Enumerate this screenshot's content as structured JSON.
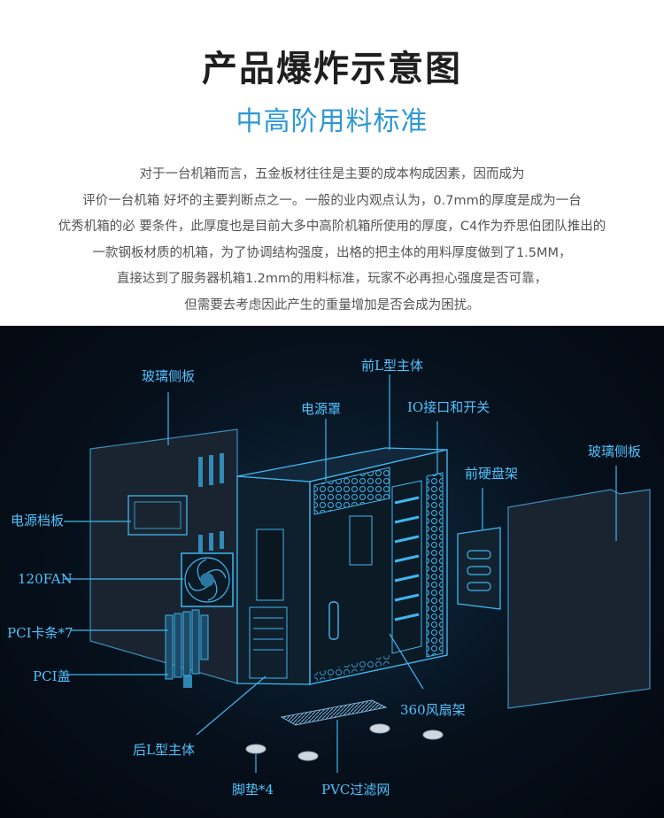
{
  "header": {
    "title": "产品爆炸示意图",
    "subtitle": "中高阶用料标准"
  },
  "description": {
    "lines": [
      "对于一台机箱而言，五金板材往往是主要的成本构成因素，因而成为",
      "评价一台机箱 好坏的主要判断点之一。一般的业内观点认为，0.7mm的厚度是成为一台",
      "优秀机箱的必 要条件，此厚度也是目前大多中高阶机箱所使用的厚度，C4作为乔思伯团队推出的",
      "一款钢板材质的机箱，为了协调结构强度，出格的把主体的用料厚度做到了1.5MM，",
      "直接达到了服务器机箱1.2mm的用料标准，玩家不必再担心强度是否可靠，",
      "但需要去考虑因此产生的重量增加是否会成为困扰。"
    ]
  },
  "diagram": {
    "labels": {
      "glass_left": "玻璃侧板",
      "front_l": "前L型主体",
      "psu_cover": "电源罩",
      "io": "IO接口和开关",
      "glass_right": "玻璃侧板",
      "front_hdd": "前硬盘架",
      "psu_bracket": "电源档板",
      "fan120": "120FAN",
      "pci_card": "PCI卡条*7",
      "pci_cover": "PCI盖",
      "fan360": "360风扇架",
      "rear_l": "后L型主体",
      "feet": "脚垫*4",
      "pvc": "PVC过滤网"
    },
    "colors": {
      "line": "#3fb6f0",
      "line_dim": "#1e6c98",
      "panel": "#1a2733",
      "background": "#06101b"
    }
  }
}
